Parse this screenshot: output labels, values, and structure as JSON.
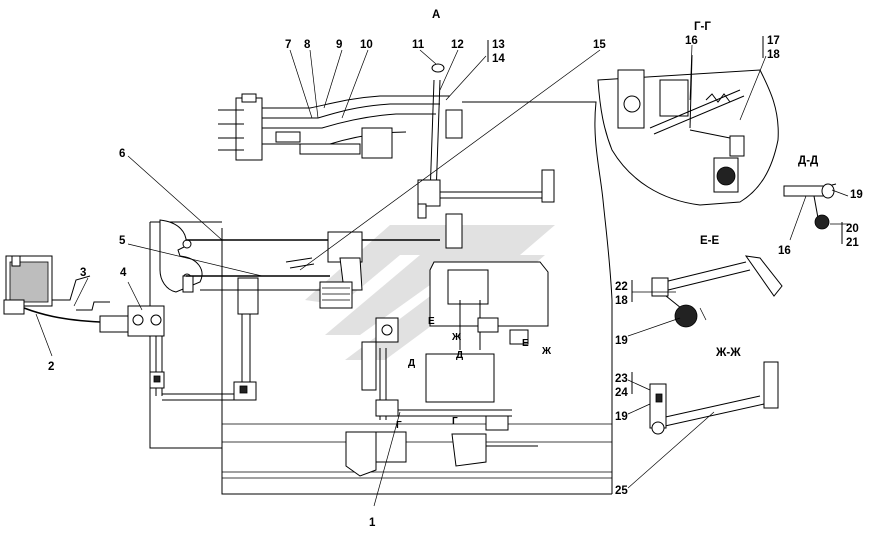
{
  "views": {
    "main": "А",
    "g_g": "Г-Г",
    "d_d": "Д-Д",
    "e_e": "Е-Е",
    "zh_zh": "Ж-Ж"
  },
  "section_marks": [
    "Е",
    "Е",
    "Ж",
    "Ж",
    "Д",
    "Д",
    "Г",
    "Г"
  ],
  "callouts": [
    "1",
    "2",
    "3",
    "4",
    "5",
    "6",
    "7",
    "8",
    "9",
    "10",
    "11",
    "12",
    "13",
    "14",
    "15",
    "16",
    "17",
    "18",
    "19",
    "20",
    "21",
    "22",
    "23",
    "24",
    "25",
    "16",
    "18",
    "19",
    "19"
  ]
}
